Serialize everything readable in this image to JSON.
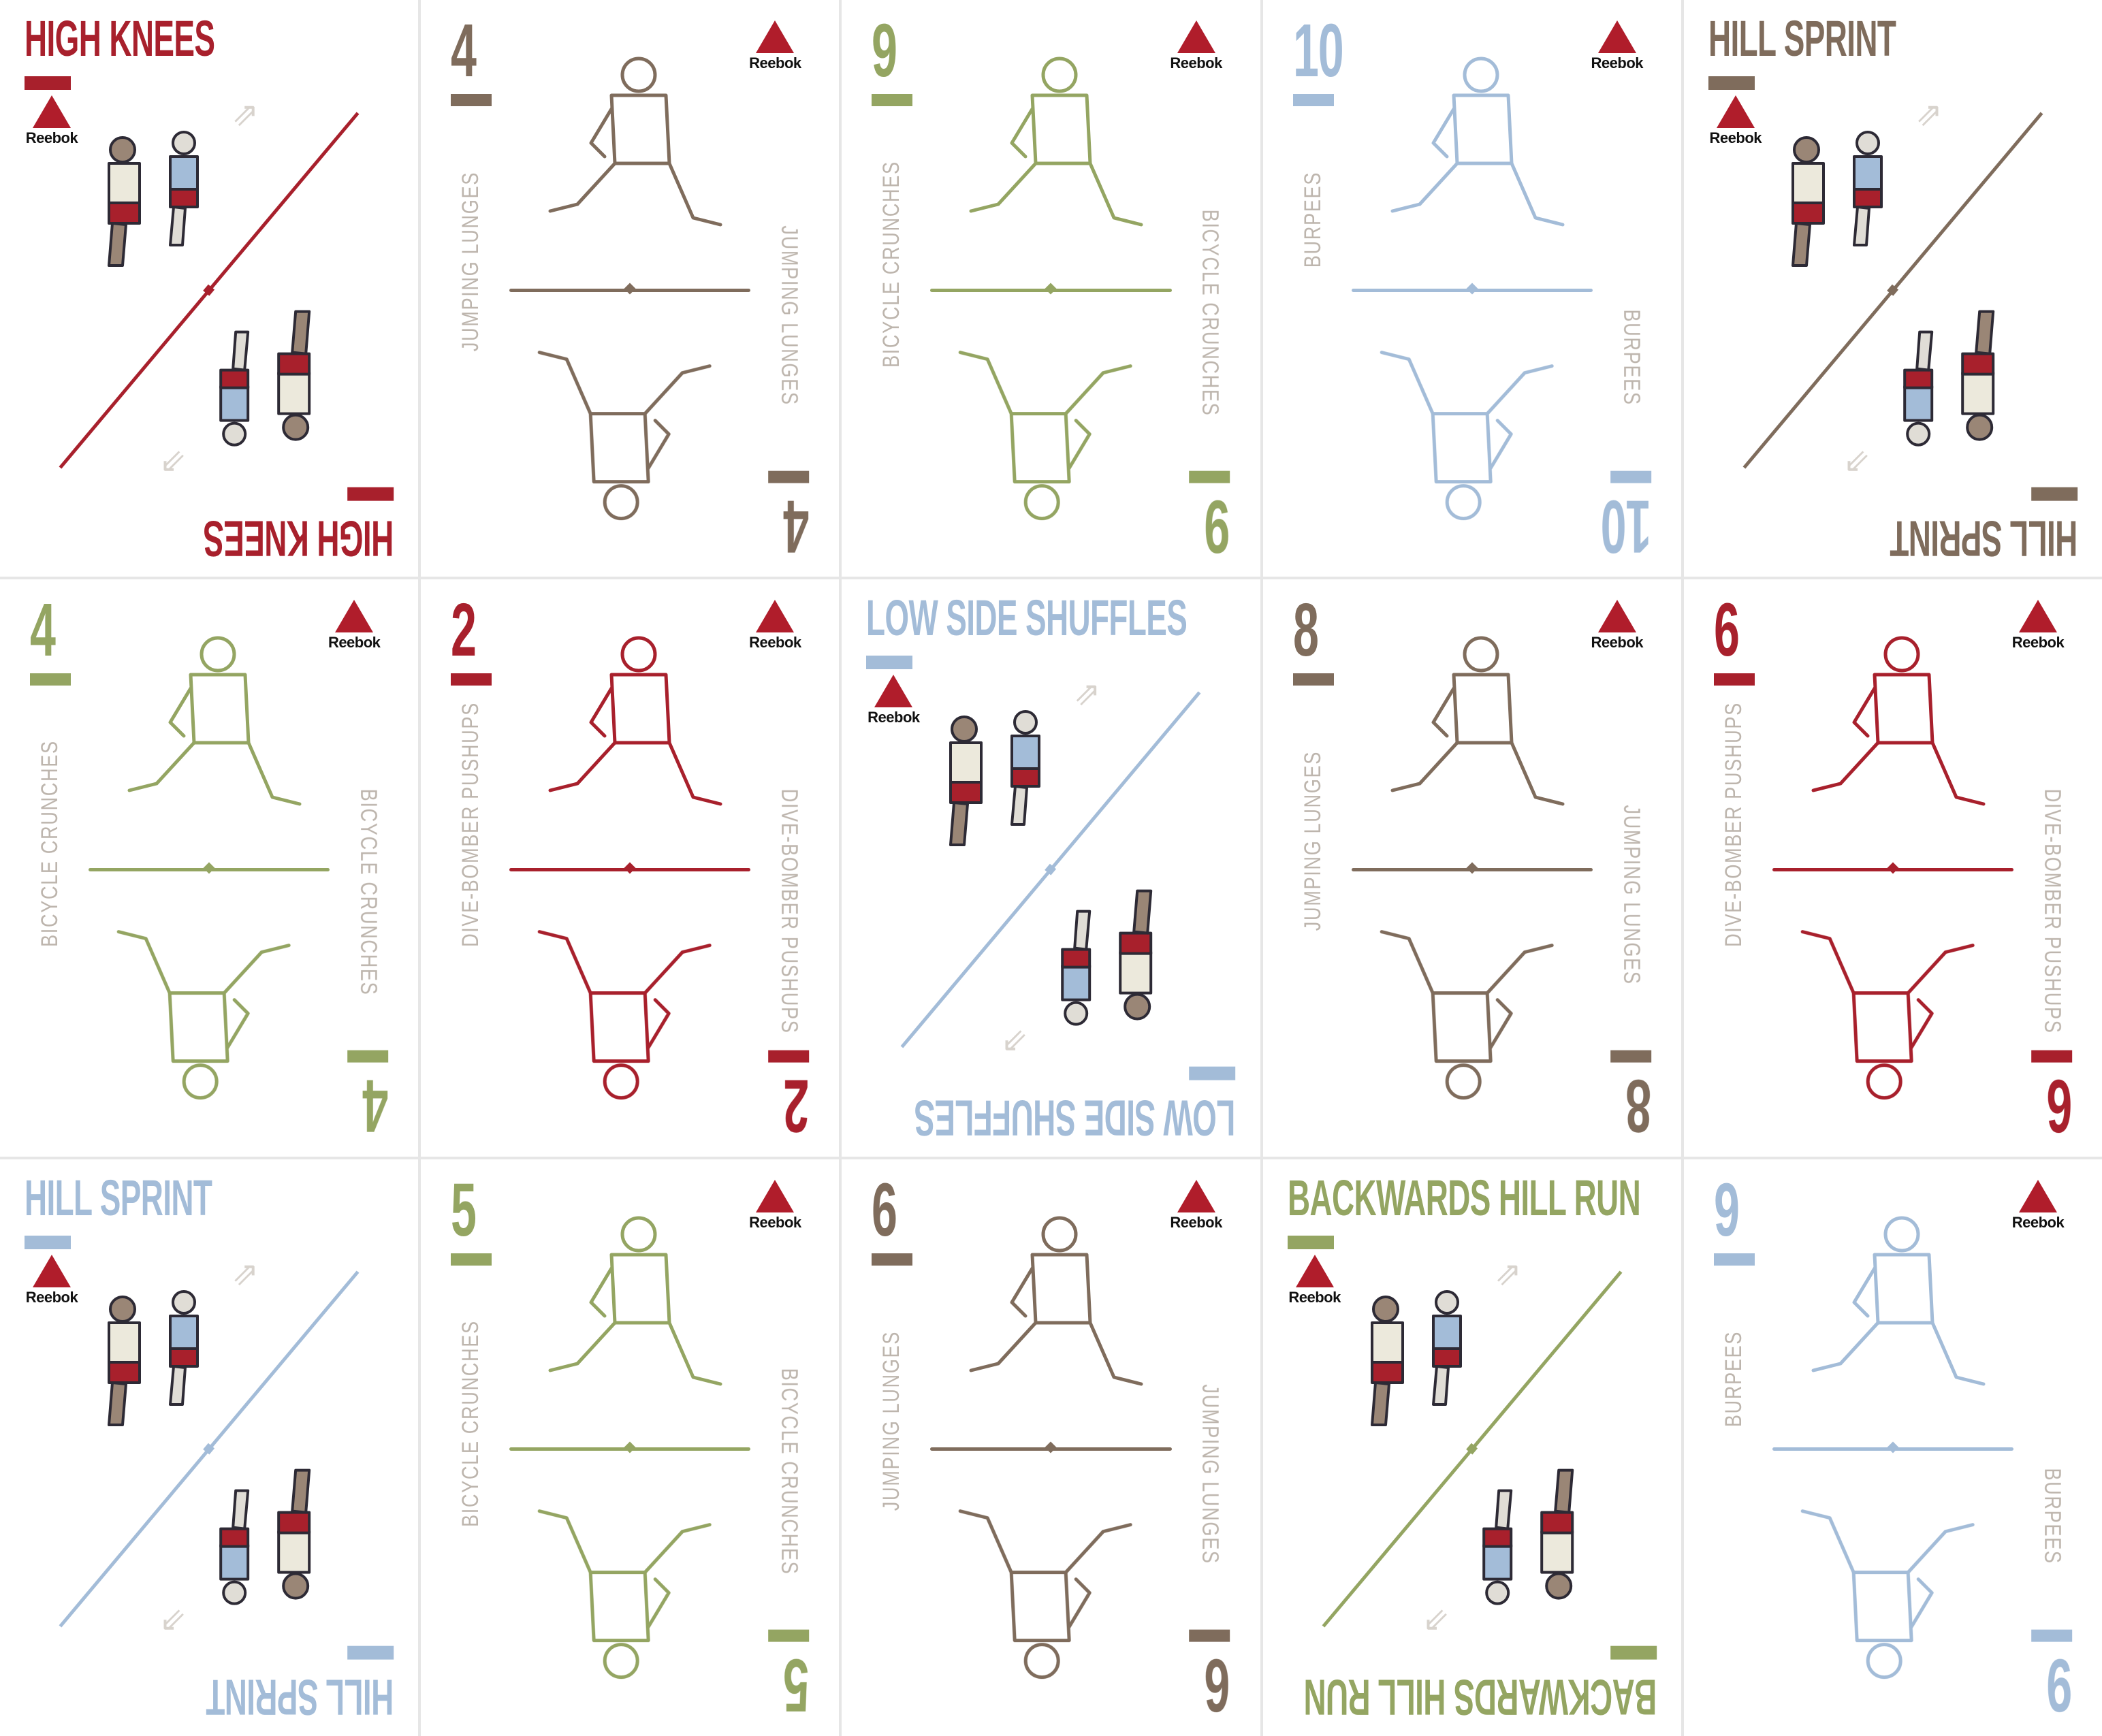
{
  "colors": {
    "red": "#a8202c",
    "brown": "#7f6c5c",
    "green": "#94a562",
    "blue": "#a3bcd8",
    "label_grey": "#bdb5ad",
    "gutter": "#e6e6e6",
    "logo_red": "#b01d2b"
  },
  "brand": "Reebok",
  "cards": [
    {
      "type": "title",
      "title": "HIGH KNEES",
      "color": "red"
    },
    {
      "type": "number",
      "number": "4",
      "exercise": "JUMPING LUNGES",
      "color": "brown"
    },
    {
      "type": "number",
      "number": "9",
      "exercise": "BICYCLE CRUNCHES",
      "color": "green"
    },
    {
      "type": "number",
      "number": "10",
      "exercise": "BURPEES",
      "color": "blue"
    },
    {
      "type": "title",
      "title": "HILL SPRINT",
      "color": "brown"
    },
    {
      "type": "number",
      "number": "4",
      "exercise": "BICYCLE CRUNCHES",
      "color": "green"
    },
    {
      "type": "number",
      "number": "2",
      "exercise": "DIVE-BOMBER PUSHUPS",
      "color": "red"
    },
    {
      "type": "title",
      "title": "LOW SIDE SHUFFLES",
      "color": "blue"
    },
    {
      "type": "number",
      "number": "8",
      "exercise": "JUMPING LUNGES",
      "color": "brown"
    },
    {
      "type": "number",
      "number": "6",
      "exercise": "DIVE-BOMBER PUSHUPS",
      "color": "red"
    },
    {
      "type": "title",
      "title": "HILL SPRINT",
      "color": "blue"
    },
    {
      "type": "number",
      "number": "5",
      "exercise": "BICYCLE CRUNCHES",
      "color": "green"
    },
    {
      "type": "number",
      "number": "6",
      "exercise": "JUMPING LUNGES",
      "color": "brown"
    },
    {
      "type": "title",
      "title": "BACKWARDS HILL RUN",
      "color": "green"
    },
    {
      "type": "number",
      "number": "9",
      "exercise": "BURPEES",
      "color": "blue"
    }
  ],
  "icons": {
    "logo": "reebok-delta-logo",
    "arrows_up_down": "⇅",
    "arrows_diag": "⇗"
  }
}
